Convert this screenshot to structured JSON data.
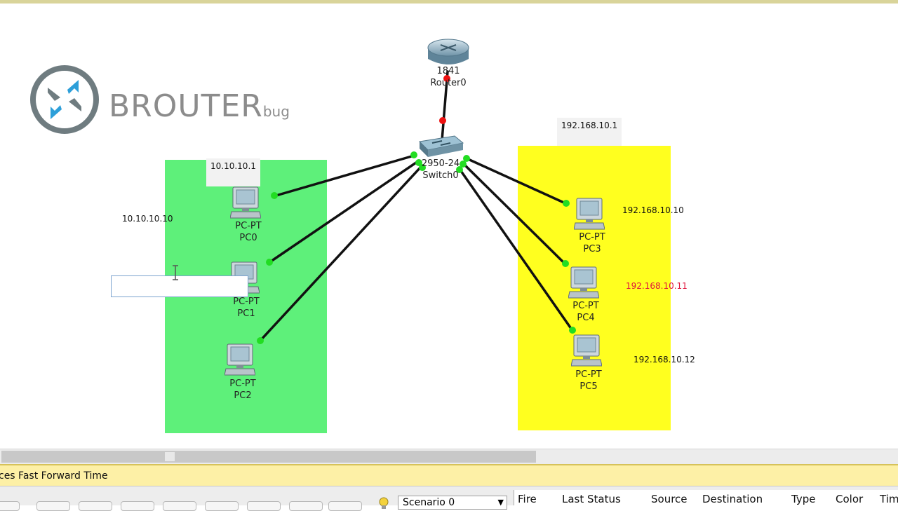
{
  "logo": {
    "brand_main": "BROUTER",
    "brand_sub": "bug",
    "icon": "arrows-cross-icon"
  },
  "devices": {
    "router": {
      "model": "1841",
      "name": "Router0"
    },
    "switch": {
      "model": "2950-24",
      "name": "Switch0"
    },
    "pcs": [
      {
        "model": "PC-PT",
        "name": "PC0"
      },
      {
        "model": "PC-PT",
        "name": "PC1"
      },
      {
        "model": "PC-PT",
        "name": "PC2"
      },
      {
        "model": "PC-PT",
        "name": "PC3"
      },
      {
        "model": "PC-PT",
        "name": "PC4"
      },
      {
        "model": "PC-PT",
        "name": "PC5"
      }
    ]
  },
  "notes": {
    "green_gateway": "10.10.10.1",
    "pc0_ip": "10.10.10.10",
    "yellow_gateway": "192.168.10.1",
    "pc3_ip": "192.168.10.10",
    "pc4_ip": "192.168.10.11",
    "pc5_ip": "192.168.10.12"
  },
  "status_bar": {
    "text": "ces  Fast Forward Time"
  },
  "scenario": {
    "selected": "Scenario 0"
  },
  "event_columns": [
    "Fire",
    "Last Status",
    "Source",
    "Destination",
    "Type",
    "Color",
    "Tim"
  ],
  "colors": {
    "green_zone": "#5ef07a",
    "yellow_zone": "#ffff1f",
    "link_up": "#22dd22",
    "link_down": "#ee1111"
  }
}
